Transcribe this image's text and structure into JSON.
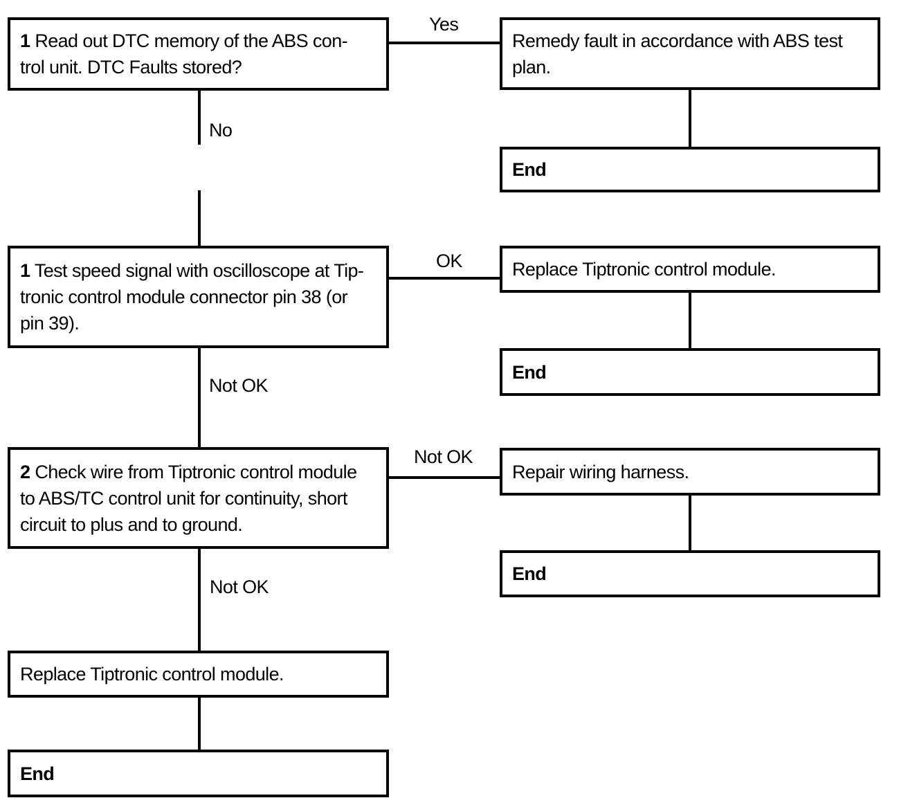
{
  "diagram": {
    "colors": {
      "line": "#000000",
      "background": "#ffffff",
      "text": "#000000"
    },
    "boxes": {
      "step1_read_dtc": {
        "number": "1",
        "text": " Read out DTC memory of the ABS con-\ntrol unit. DTC Faults stored?"
      },
      "remedy_fault": {
        "text": "Remedy fault in accordance with ABS test\nplan."
      },
      "end_1": {
        "text": "End"
      },
      "step1_test_speed": {
        "number": "1",
        "text": " Test speed signal with oscilloscope at Tip-\ntronic control module connector pin 38 (or\npin 39)."
      },
      "replace_module_right": {
        "text": "Replace Tiptronic control module."
      },
      "end_2": {
        "text": "End"
      },
      "step2_check_wire": {
        "number": "2",
        "text": " Check wire from Tiptronic control module\nto ABS/TC control unit for continuity, short\ncircuit to plus and to ground."
      },
      "repair_harness": {
        "text": "Repair wiring harness."
      },
      "end_3": {
        "text": "End"
      },
      "replace_module_left": {
        "text": "Replace Tiptronic control module."
      },
      "end_4": {
        "text": "End"
      }
    },
    "labels": {
      "yes": "Yes",
      "no": "No",
      "ok": "OK",
      "not_ok_1": "Not OK",
      "not_ok_2": "Not OK",
      "not_ok_3": "Not OK"
    }
  }
}
